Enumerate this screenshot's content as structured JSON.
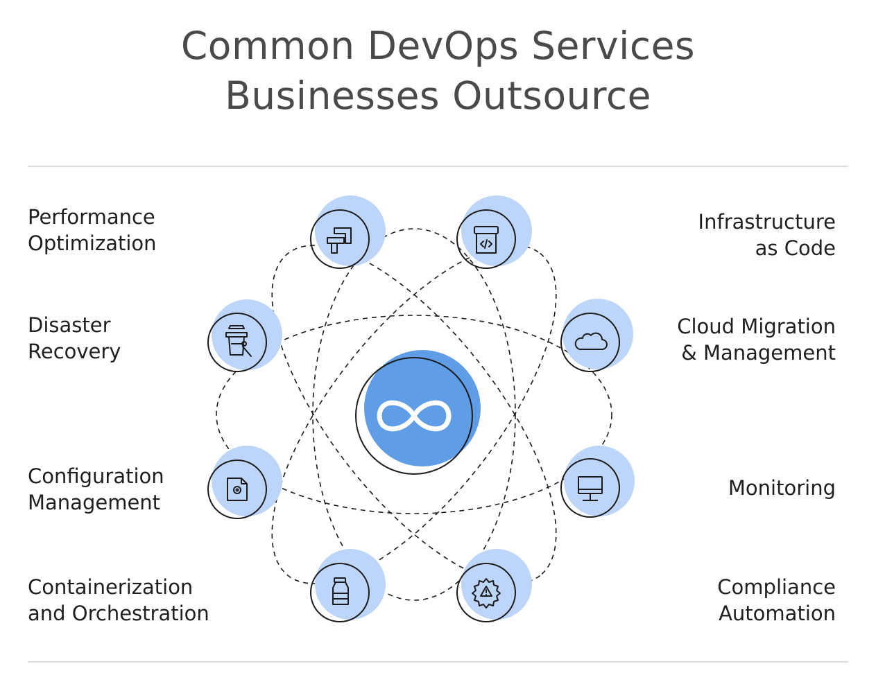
{
  "title": {
    "line1": "Common DevOps Services",
    "line2": "Businesses Outsource"
  },
  "colors": {
    "accent_light": "#bcd5f8",
    "accent_center": "#5f9de6",
    "stroke": "#1b1b1b",
    "text": "#1f1f1f",
    "title": "#4a4a4c",
    "rule": "#dcdcdc"
  },
  "center": {
    "icon": "infinity-icon"
  },
  "services": {
    "performance_optimization": {
      "line1": "Performance",
      "line2": "Optimization",
      "icon": "pipe-icon"
    },
    "disaster_recovery": {
      "line1": "Disaster",
      "line2": "Recovery",
      "icon": "fire-hydrant-icon"
    },
    "configuration_management": {
      "line1": "Configuration",
      "line2": "Management",
      "icon": "config-file-icon"
    },
    "containerization": {
      "line1": "Containerization",
      "line2": "and Orchestration",
      "icon": "container-jar-icon"
    },
    "infrastructure_as_code": {
      "line1": "Infrastructure",
      "line2": "as Code",
      "icon": "code-box-icon"
    },
    "cloud_migration": {
      "line1": "Cloud Migration",
      "line2": "& Management",
      "icon": "cloud-icon"
    },
    "monitoring": {
      "line1": "Monitoring",
      "icon": "monitor-icon"
    },
    "compliance_automation": {
      "line1": "Compliance",
      "line2": "Automation",
      "icon": "gear-warning-icon"
    }
  }
}
